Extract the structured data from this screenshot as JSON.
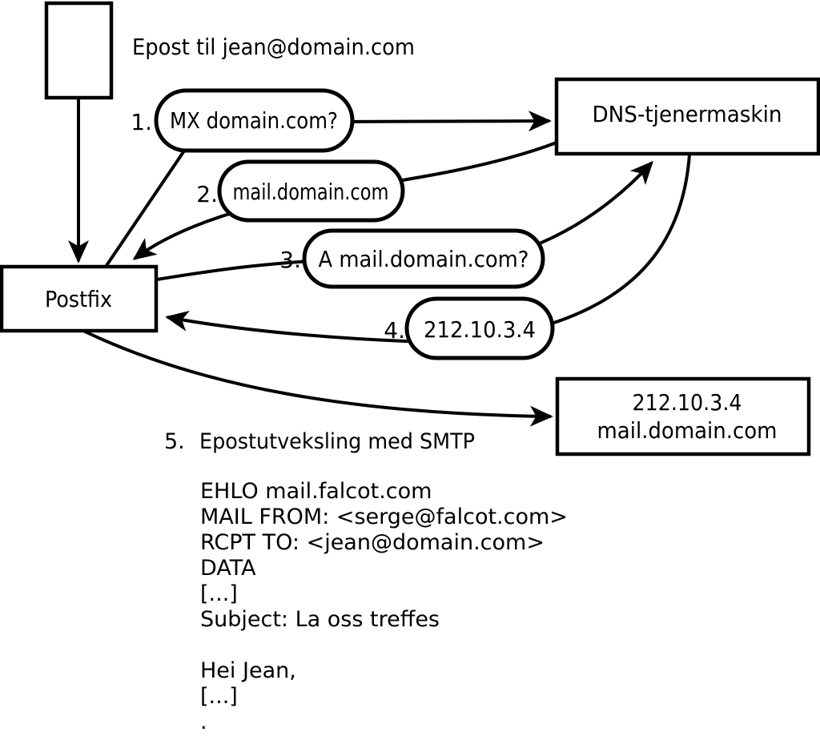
{
  "colors": {
    "ink": "#000000",
    "paper": "#ffffff"
  },
  "diagram": {
    "email_label": "Epost til jean@domain.com",
    "postfix": {
      "label": "Postfix"
    },
    "dns_server": {
      "label": "DNS-tjenermaskin"
    },
    "mail_server": {
      "ip": "212.10.3.4",
      "hostname": "mail.domain.com"
    },
    "steps": [
      {
        "num": "1.",
        "label": "MX domain.com?"
      },
      {
        "num": "2.",
        "label": "mail.domain.com"
      },
      {
        "num": "3.",
        "label": "A mail.domain.com?"
      },
      {
        "num": "4.",
        "label": "212.10.3.4"
      },
      {
        "num": "5.",
        "label": "Epostutveksling med SMTP"
      }
    ],
    "smtp_session": [
      "EHLO mail.falcot.com",
      "MAIL FROM: <serge@falcot.com>",
      "RCPT TO: <jean@domain.com>",
      "DATA",
      "[...]",
      "Subject: La oss treffes",
      "",
      "Hei Jean,",
      "[...]",
      "."
    ]
  }
}
